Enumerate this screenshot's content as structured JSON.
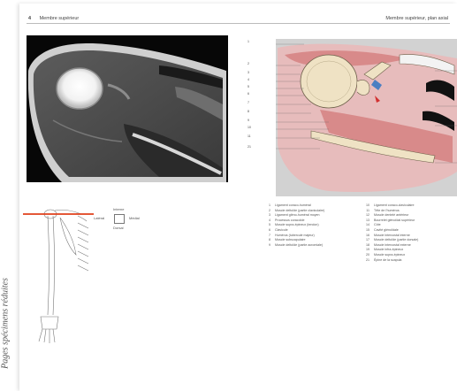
{
  "side_caption": "Pages spécimens réduites",
  "header": {
    "page_number": "4",
    "left_title": "Membre supérieur",
    "right_title": "Membre supérieur, plan axial"
  },
  "orientation": {
    "top": "Interne",
    "left": "Latéral",
    "right": "Médial",
    "bottom": "Dorsal"
  },
  "legend": {
    "col1": [
      {
        "n": "1",
        "text": "Ligament coraco-huméral"
      },
      {
        "n": "2",
        "text": "Muscle deltoïde (partie claviculaire)"
      },
      {
        "n": "3",
        "text": "Ligament gléno-huméral moyen"
      },
      {
        "n": "4",
        "text": "Processus coracoïde"
      },
      {
        "n": "5",
        "text": "Muscle supra-épineux (tendon)"
      },
      {
        "n": "6",
        "text": "Clavicule"
      },
      {
        "n": "7",
        "text": "Humérus (tubercule majeur)"
      },
      {
        "n": "8",
        "text": "Muscle subscapulaire"
      },
      {
        "n": "9",
        "text": "Muscle deltoïde (partie acromiale)"
      }
    ],
    "col2": [
      {
        "n": "10",
        "text": "Ligament coraco-claviculaire"
      },
      {
        "n": "11",
        "text": "Tête de l'humérus"
      },
      {
        "n": "12",
        "text": "Muscle dentelé antérieur"
      },
      {
        "n": "13",
        "text": "Bourrelet glénoïdal supérieur"
      },
      {
        "n": "14",
        "text": "Côte"
      },
      {
        "n": "15",
        "text": "Cavité glénoïdale"
      },
      {
        "n": "16",
        "text": "Muscle intercostal interne"
      },
      {
        "n": "17",
        "text": "Muscle deltoïde (partie dorsale)"
      },
      {
        "n": "18",
        "text": "Muscle intercostal externe"
      },
      {
        "n": "19",
        "text": "Muscle infra-épineux"
      },
      {
        "n": "20",
        "text": "Muscle supra-épineux"
      },
      {
        "n": "21",
        "text": "Épine de la scapula"
      }
    ]
  },
  "leader_numbers": [
    "1",
    "2",
    "3",
    "4",
    "5",
    "6",
    "7",
    "8",
    "9",
    "10",
    "11",
    "21"
  ]
}
